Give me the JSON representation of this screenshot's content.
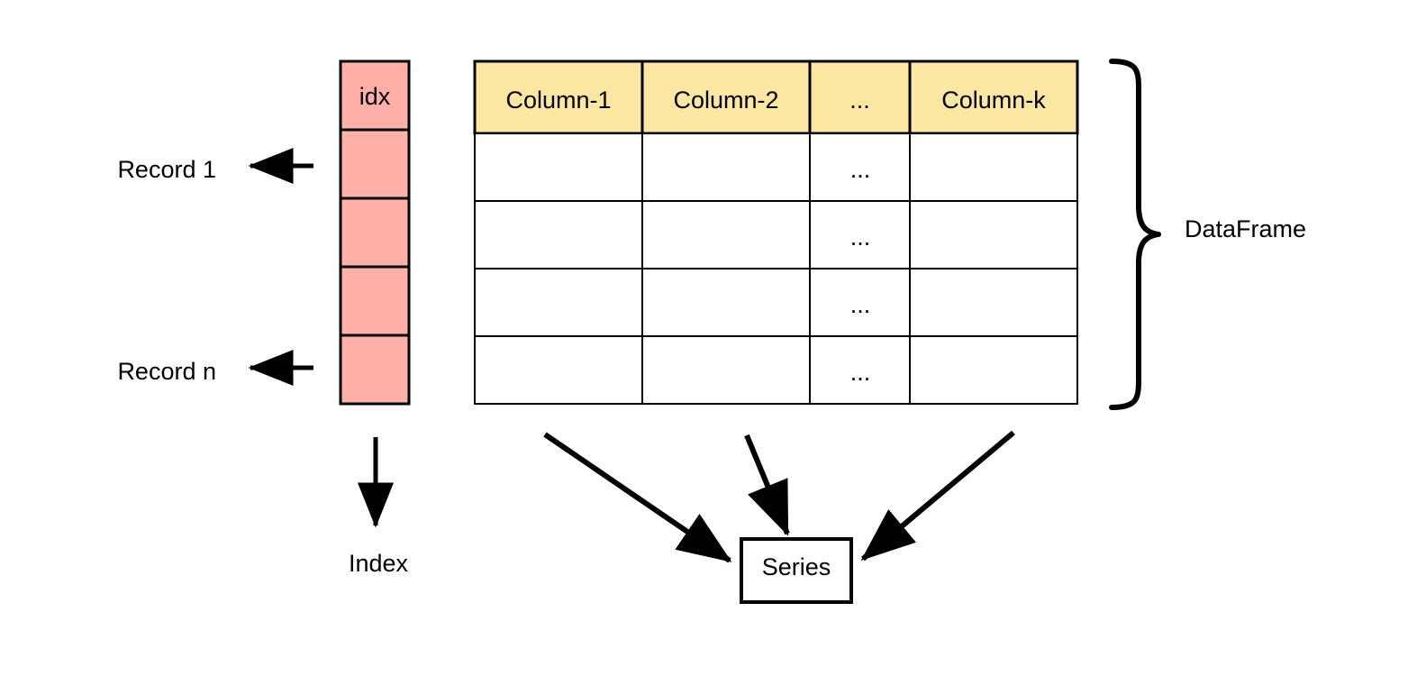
{
  "diagram": {
    "title_concepts": [
      "Index",
      "DataFrame",
      "Series"
    ],
    "index_column": {
      "header_label": "idx",
      "fill_color": "#FFB0A8",
      "border_color": "#000000",
      "row_count": 5,
      "footer_label": "Index"
    },
    "row_labels": [
      {
        "text": "Record 1",
        "arrow": "arrow-left"
      },
      {
        "text": "Record n",
        "arrow": "arrow-left"
      }
    ],
    "table": {
      "header_fill": "#FCE7A2",
      "body_fill": "#FFFFFF",
      "border_color": "#000000",
      "columns": [
        "Column-1",
        "Column-2",
        "...",
        "Column-k"
      ],
      "rows": [
        [
          "",
          "",
          "...",
          ""
        ],
        [
          "",
          "",
          "...",
          ""
        ],
        [
          "",
          "",
          "...",
          ""
        ],
        [
          "",
          "",
          "...",
          ""
        ]
      ]
    },
    "brace": {
      "label": "DataFrame",
      "orientation": "right-curly-brace"
    },
    "series": {
      "label": "Series",
      "incoming_arrow_count": 3,
      "box_fill": "#FFFFFF",
      "box_border": "#000000"
    },
    "icons": {
      "left_arrow": "arrow-left-icon",
      "down_arrow": "arrow-down-icon",
      "diagonal_arrow": "arrow-diagonal-icon",
      "brace": "curly-brace-icon"
    }
  }
}
